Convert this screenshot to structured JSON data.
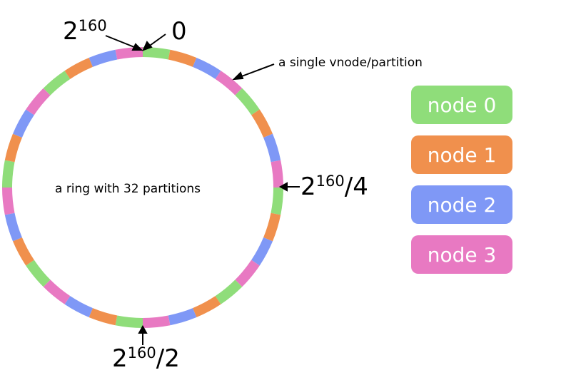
{
  "colors": {
    "node0": "#8fdd7a",
    "node1": "#f0904d",
    "node2": "#7f98f6",
    "node3": "#e879c2"
  },
  "ring": {
    "partition_count": 32,
    "center_label": "a ring with 32 partitions"
  },
  "labels": {
    "top_left": {
      "base": "2",
      "exp": "160",
      "suffix": ""
    },
    "top_right": "0",
    "vnode_label": "a single vnode/partition",
    "right": {
      "base": "2",
      "exp": "160",
      "suffix": "/4"
    },
    "bottom": {
      "base": "2",
      "exp": "160",
      "suffix": "/2"
    }
  },
  "legend": [
    {
      "label": "node 0",
      "color": "#8fdd7a"
    },
    {
      "label": "node 1",
      "color": "#f0904d"
    },
    {
      "label": "node 2",
      "color": "#7f98f6"
    },
    {
      "label": "node 3",
      "color": "#e879c2"
    }
  ]
}
